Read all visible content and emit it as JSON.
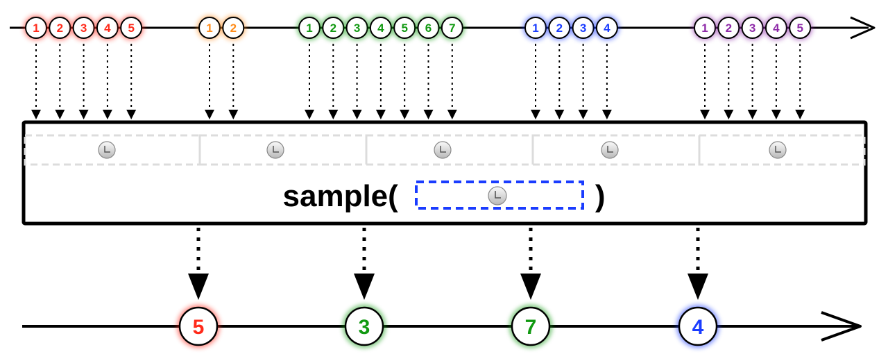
{
  "operator": {
    "label_prefix": "sample(",
    "label_suffix": ")",
    "sampler_icon": "clock-icon",
    "window_icon": "clock-icon",
    "sampler_border_color": "#1a3cff",
    "window_border_color": "#dddddd"
  },
  "input_stream": {
    "groups": [
      {
        "color": "#ff2a1a",
        "items": [
          "1",
          "2",
          "3",
          "4",
          "5"
        ]
      },
      {
        "color": "#ff8c1a",
        "items": [
          "1",
          "2"
        ]
      },
      {
        "color": "#119911",
        "items": [
          "1",
          "2",
          "3",
          "4",
          "5",
          "6",
          "7"
        ]
      },
      {
        "color": "#1a3cff",
        "items": [
          "1",
          "2",
          "3",
          "4"
        ]
      },
      {
        "color": "#8e2aa8",
        "items": [
          "1",
          "2",
          "3",
          "4",
          "5"
        ]
      }
    ]
  },
  "output_stream": {
    "items": [
      {
        "label": "5",
        "color": "#ff2a1a"
      },
      {
        "label": "3",
        "color": "#119911"
      },
      {
        "label": "7",
        "color": "#119911"
      },
      {
        "label": "4",
        "color": "#1a3cff"
      }
    ]
  }
}
